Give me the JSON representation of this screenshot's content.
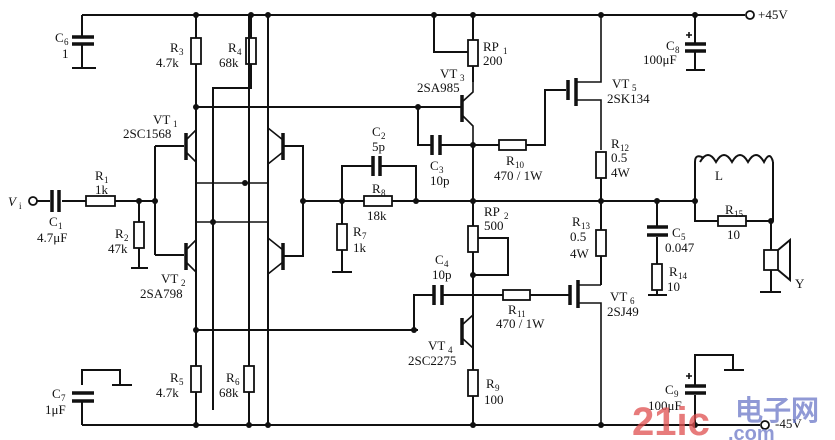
{
  "title": "45V MOSFET power amplifier schematic",
  "supply": {
    "positive": "+45V",
    "negative": "-45V"
  },
  "input": {
    "label": "V",
    "subscript": "i"
  },
  "output": {
    "speaker": "Y",
    "inductor": "L"
  },
  "components": {
    "C1": {
      "name": "C",
      "sub": "1",
      "value": "4.7μF"
    },
    "C2": {
      "name": "C",
      "sub": "2",
      "value": "5p"
    },
    "C3": {
      "name": "C",
      "sub": "3",
      "value": "10p"
    },
    "C4": {
      "name": "C",
      "sub": "4",
      "value": "10p"
    },
    "C5": {
      "name": "C",
      "sub": "5",
      "value": "0.047"
    },
    "C6": {
      "name": "C",
      "sub": "6",
      "value": "1"
    },
    "C7": {
      "name": "C",
      "sub": "7",
      "value": "1μF"
    },
    "C8": {
      "name": "C",
      "sub": "8",
      "value": "100μF"
    },
    "C9": {
      "name": "C",
      "sub": "9",
      "value": "100μF"
    },
    "R1": {
      "name": "R",
      "sub": "1",
      "value": "1k"
    },
    "R2": {
      "name": "R",
      "sub": "2",
      "value": "47k"
    },
    "R3": {
      "name": "R",
      "sub": "3",
      "value": "4.7k"
    },
    "R4": {
      "name": "R",
      "sub": "4",
      "value": "68k"
    },
    "R5": {
      "name": "R",
      "sub": "5",
      "value": "4.7k"
    },
    "R6": {
      "name": "R",
      "sub": "6",
      "value": "68k"
    },
    "R7": {
      "name": "R",
      "sub": "7",
      "value": "1k"
    },
    "R8": {
      "name": "R",
      "sub": "8",
      "value": "18k"
    },
    "R9": {
      "name": "R",
      "sub": "9",
      "value": "100"
    },
    "R10": {
      "name": "R",
      "sub": "10",
      "value": "470 / 1W"
    },
    "R11": {
      "name": "R",
      "sub": "11",
      "value": "470 / 1W"
    },
    "R12": {
      "name": "R",
      "sub": "12",
      "value": "0.5",
      "power": "4W"
    },
    "R13": {
      "name": "R",
      "sub": "13",
      "value": "0.5",
      "power": "4W"
    },
    "R14": {
      "name": "R",
      "sub": "14",
      "value": "10"
    },
    "R15": {
      "name": "R",
      "sub": "15",
      "value": "10"
    },
    "RP1": {
      "name": "RP",
      "sub": "1",
      "value": "200"
    },
    "RP2": {
      "name": "RP",
      "sub": "2",
      "value": "500"
    },
    "VT1": {
      "name": "VT",
      "sub": "1",
      "part": "2SC1568"
    },
    "VT2": {
      "name": "VT",
      "sub": "2",
      "part": "2SA798"
    },
    "VT3": {
      "name": "VT",
      "sub": "3",
      "part": "2SA985"
    },
    "VT4": {
      "name": "VT",
      "sub": "4",
      "part": "2SC2275"
    },
    "VT5": {
      "name": "VT",
      "sub": "5",
      "part": "2SK134"
    },
    "VT6": {
      "name": "VT",
      "sub": "6",
      "part": "2SJ49"
    }
  },
  "watermark": {
    "brand": "21ic",
    "cn": "电子网",
    "domain": ".com",
    "brand_color": "#e05050",
    "cn_color": "#6b78c8"
  }
}
